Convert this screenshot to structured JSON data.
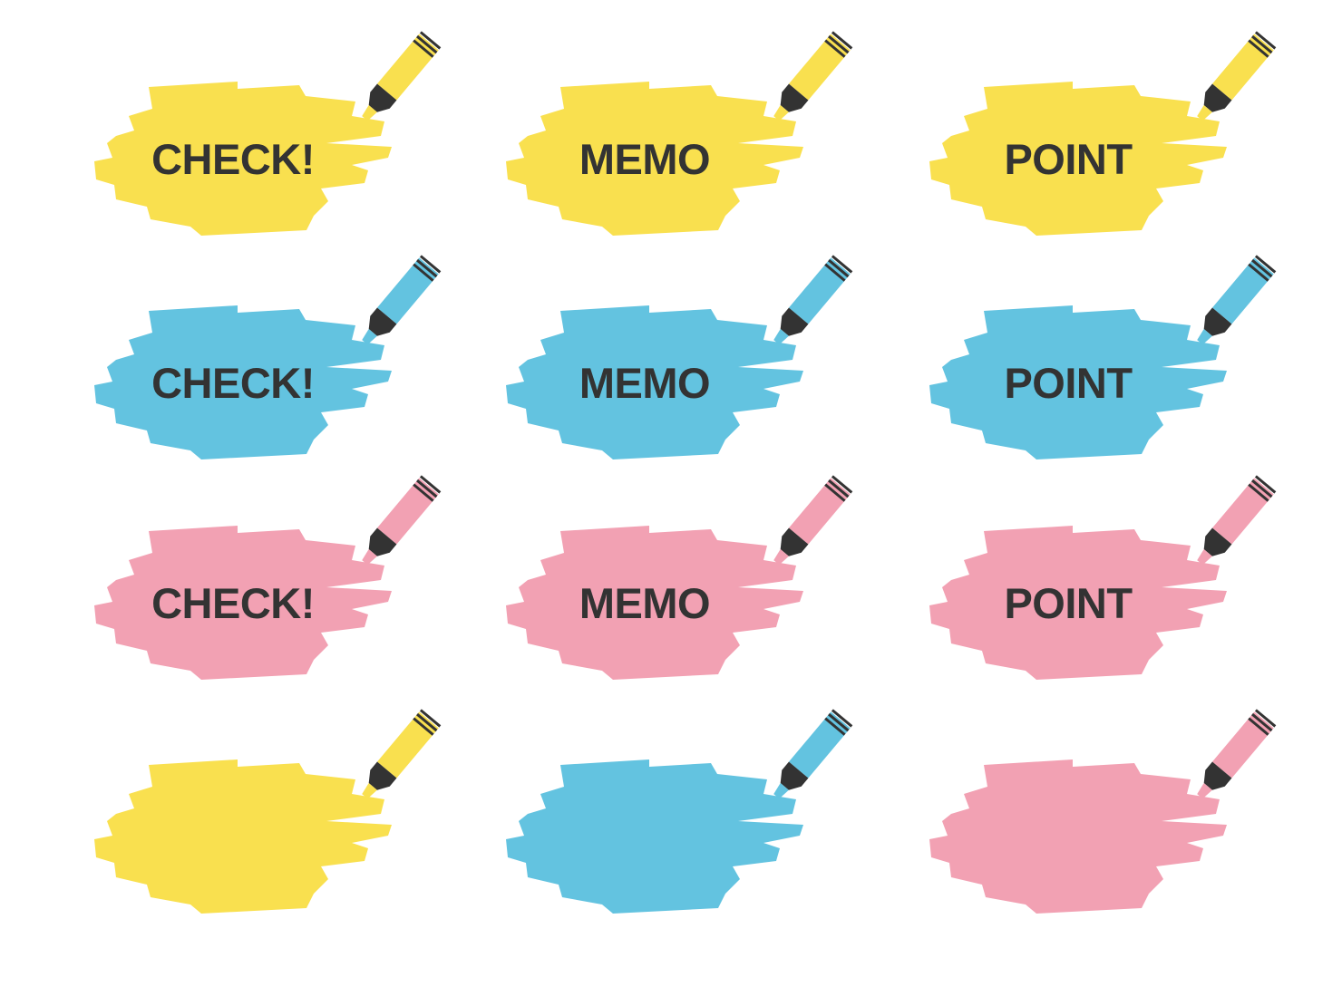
{
  "colors": {
    "yellow": "#f9e04f",
    "blue": "#63c3e0",
    "pink": "#f2a1b3",
    "ink": "#333333"
  },
  "stickers": [
    {
      "label": "CHECK!",
      "color": "yellow",
      "icon": "highlighter-icon"
    },
    {
      "label": "MEMO",
      "color": "yellow",
      "icon": "highlighter-icon"
    },
    {
      "label": "POINT",
      "color": "yellow",
      "icon": "highlighter-icon"
    },
    {
      "label": "CHECK!",
      "color": "blue",
      "icon": "highlighter-icon"
    },
    {
      "label": "MEMO",
      "color": "blue",
      "icon": "highlighter-icon"
    },
    {
      "label": "POINT",
      "color": "blue",
      "icon": "highlighter-icon"
    },
    {
      "label": "CHECK!",
      "color": "pink",
      "icon": "highlighter-icon"
    },
    {
      "label": "MEMO",
      "color": "pink",
      "icon": "highlighter-icon"
    },
    {
      "label": "POINT",
      "color": "pink",
      "icon": "highlighter-icon"
    },
    {
      "label": "",
      "color": "yellow",
      "icon": "highlighter-icon"
    },
    {
      "label": "",
      "color": "blue",
      "icon": "highlighter-icon"
    },
    {
      "label": "",
      "color": "pink",
      "icon": "highlighter-icon"
    }
  ]
}
